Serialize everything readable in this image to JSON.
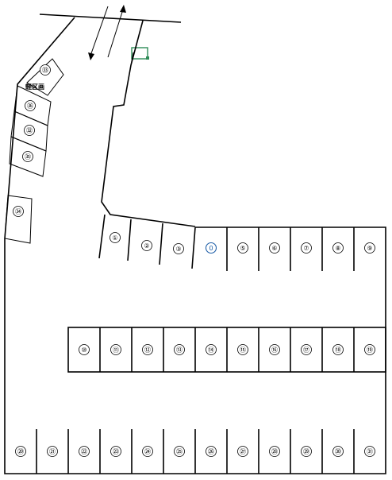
{
  "map": {
    "note_label": "軽区画",
    "accent_color": "#1f5fa8",
    "booth_color": "#2e8b57"
  },
  "spaces": {
    "row_a": [
      "①",
      "②",
      "③",
      "0",
      "⑤",
      "⑥",
      "⑦",
      "⑧",
      "⑨"
    ],
    "row_b": [
      "⑩",
      "⑪",
      "⑫",
      "⑬",
      "⑭",
      "⑮",
      "⑯",
      "⑰",
      "⑱",
      "⑲"
    ],
    "row_c": [
      "⑳",
      "㉑",
      "㉒",
      "㉓",
      "㉔",
      "㉕",
      "㉖",
      "㉗",
      "㉘",
      "㉙",
      "㉚",
      "㉛"
    ],
    "left_side": [
      "㉝",
      "㊱",
      "㉜",
      "㉟",
      "㉞"
    ]
  }
}
